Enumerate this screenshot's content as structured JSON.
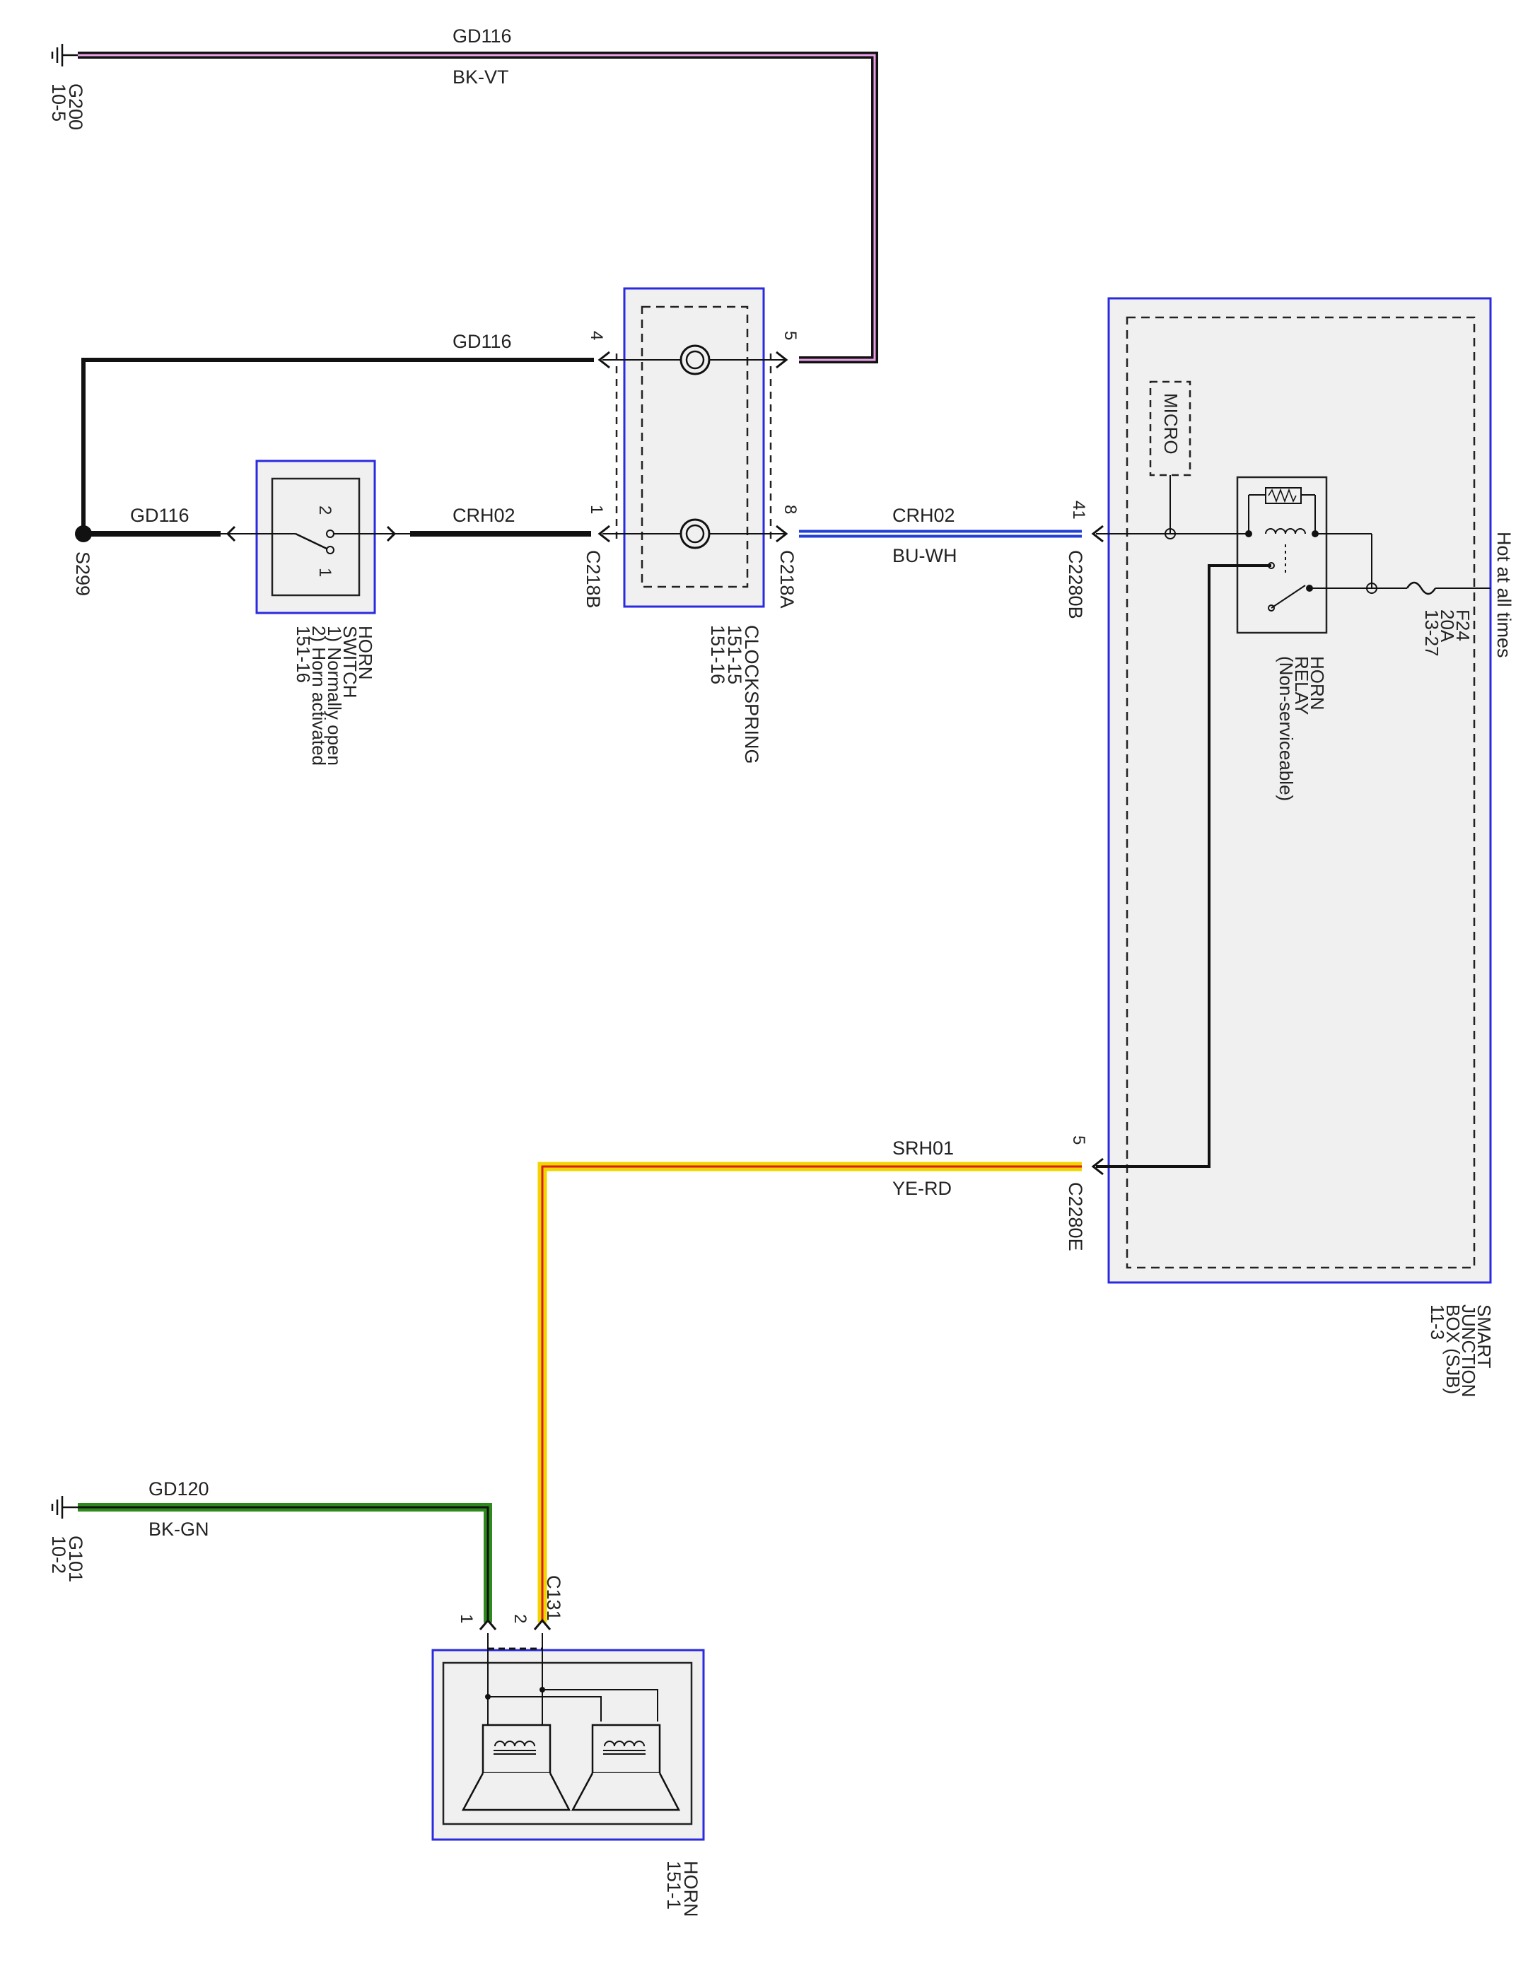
{
  "wires": {
    "gd116_top": {
      "circuit": "GD116",
      "color_code": "BK-VT"
    },
    "gd116_mid": {
      "circuit": "GD116"
    },
    "gd116_left": {
      "circuit": "GD116"
    },
    "crh02_left": {
      "circuit": "CRH02"
    },
    "crh02_right": {
      "circuit": "CRH02",
      "color_code": "BU-WH"
    },
    "srh01": {
      "circuit": "SRH01",
      "color_code": "YE-RD"
    },
    "gd120": {
      "circuit": "GD120",
      "color_code": "BK-GN"
    }
  },
  "grounds": {
    "g200": {
      "name": "G200",
      "ref": "10-5"
    },
    "g101": {
      "name": "G101",
      "ref": "10-2"
    }
  },
  "splice": {
    "name": "S299"
  },
  "connectors": {
    "c218b": {
      "name": "C218B",
      "pin_top": "4",
      "pin_bottom": "1"
    },
    "c218a": {
      "name": "C218A",
      "pin_top": "5",
      "pin_bottom": "8"
    },
    "c2280b": {
      "name": "C2280B",
      "pin": "41"
    },
    "c2280e": {
      "name": "C2280E",
      "pin": "5"
    },
    "c131": {
      "name": "C131",
      "pin1": "1",
      "pin2": "2"
    }
  },
  "components": {
    "horn_switch": {
      "name_line1": "HORN",
      "name_line2": "SWITCH",
      "note1": "1) Normally open",
      "note2": "2) Horn activated",
      "ref": "151-16",
      "contact1": "1",
      "contact2": "2"
    },
    "clockspring": {
      "name": "CLOCKSPRING",
      "ref1": "151-15",
      "ref2": "151-16"
    },
    "sjb": {
      "line1": "SMART",
      "line2": "JUNCTION",
      "line3": "BOX (SJB)",
      "ref": "11-3"
    },
    "micro": {
      "label": "MICRO"
    },
    "horn_relay": {
      "line1": "HORN",
      "line2": "RELAY",
      "line3": "(Non-serviceable)"
    },
    "fuse": {
      "name": "F24",
      "rating": "20A",
      "ref": "13-27"
    },
    "power": {
      "label": "Hot at all times"
    },
    "horn": {
      "name": "HORN",
      "ref": "151-1"
    }
  },
  "colors": {
    "black": "#111111",
    "violet": "#e9a0e6",
    "blue": "#1f3fd6",
    "white": "#ffffff",
    "yellow": "#f2d400",
    "red": "#d81b1b",
    "green": "#2e8a1c",
    "component_border": "#2a2ae0",
    "component_fill": "#f0f0f0"
  }
}
